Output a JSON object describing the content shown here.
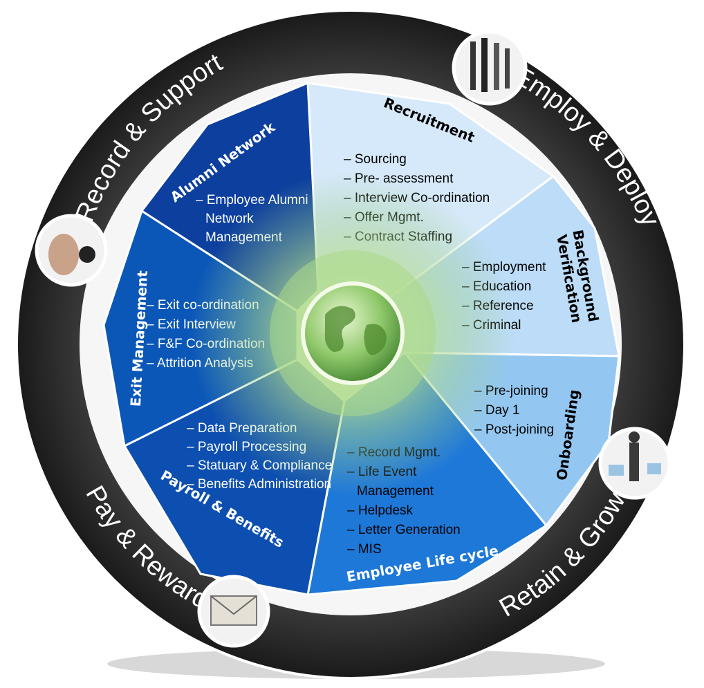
{
  "ring": {
    "labels": [
      "Record & Support",
      "Employ & Deploy",
      "Retain & Grow",
      "Pay & Reward"
    ]
  },
  "segments": [
    {
      "title": "Recruitment",
      "title_color": "#000000",
      "fill": "#d6e9fa",
      "item_color": "#000000",
      "items": [
        "Sourcing",
        "Pre- assessment",
        "Interview Co-ordination",
        "Offer Mgmt.",
        "Contract Staffing"
      ]
    },
    {
      "title_lines": [
        "Background",
        "Verification"
      ],
      "title_color": "#000000",
      "fill": "#bcdcf7",
      "item_color": "#000000",
      "items": [
        "Employment",
        "Education",
        "Reference",
        "Criminal"
      ]
    },
    {
      "title": "Onboarding",
      "title_color": "#000000",
      "fill": "#93c7f2",
      "item_color": "#000000",
      "items": [
        "Pre-joining",
        "Day 1",
        "Post-joining"
      ]
    },
    {
      "title": "Employee Life cycle",
      "title_color": "#ffffff",
      "fill": "#1e78d8",
      "item_color": "#000000",
      "items": [
        "Record Mgmt.",
        "Life Event",
        "Management",
        "Helpdesk",
        "Letter Generation",
        "MIS"
      ]
    },
    {
      "title": "Payroll & Benefits",
      "title_color": "#ffffff",
      "fill": "#0d4fb0",
      "item_color": "#ffffff",
      "items": [
        "Data Preparation",
        "Payroll Processing",
        "Statuary &  Compliance",
        "Benefits Administration"
      ]
    },
    {
      "title": "Exit Management",
      "title_color": "#ffffff",
      "fill": "#0b57b8",
      "item_color": "#ffffff",
      "items": [
        "Exit co-ordination",
        "Exit Interview",
        "F&F Co-ordination",
        "Attrition Analysis"
      ]
    },
    {
      "title": "Alumni Network",
      "title_color": "#ffffff",
      "fill": "#0c3f9e",
      "item_color": "#ffffff",
      "items": [
        "Employee Alumni",
        "Network",
        "Management"
      ]
    }
  ],
  "colors": {
    "ring": "#262626",
    "globe": "#8fc86a",
    "center_glow": "#c8e6a0"
  }
}
